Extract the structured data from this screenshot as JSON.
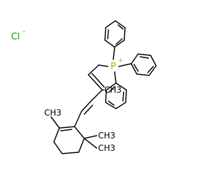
{
  "molecule": {
    "atoms": [
      {
        "id": "chloride",
        "symbol": "Cl",
        "charge": "-",
        "color": "#00a000"
      },
      {
        "id": "phosphorus",
        "symbol": "P",
        "charge": "+",
        "color": "#c8a000"
      }
    ],
    "methyl_labels": [
      "CH3",
      "CH3",
      "CH3",
      "CH3"
    ]
  }
}
